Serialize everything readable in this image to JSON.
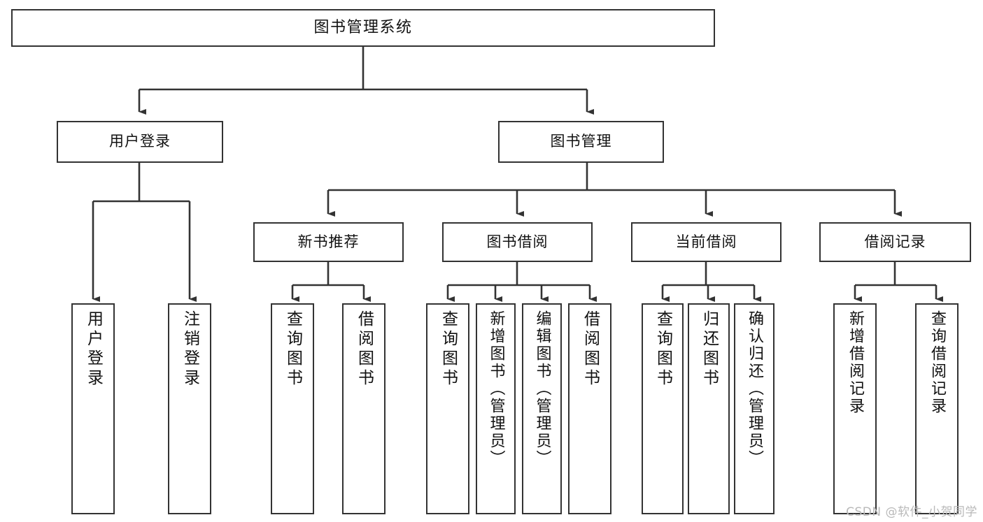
{
  "diagram": {
    "title": "图书管理系统",
    "type": "tree-hierarchy-chart",
    "watermark": "CSDN @软件_小贺同学",
    "colors": {
      "box_stroke": "#333333",
      "box_fill": "#ffffff",
      "connector": "#333333",
      "watermark": "#b9b9b9",
      "background": "#ffffff"
    },
    "root": {
      "label": "图书管理系统"
    },
    "level2": [
      {
        "id": "user-login",
        "label": "用户登录"
      },
      {
        "id": "book-manage",
        "label": "图书管理"
      }
    ],
    "level3": [
      {
        "id": "new-book-recommend",
        "label": "新书推荐"
      },
      {
        "id": "book-borrow",
        "label": "图书借阅"
      },
      {
        "id": "current-borrow",
        "label": "当前借阅"
      },
      {
        "id": "borrow-record",
        "label": "借阅记录"
      }
    ],
    "leaves": {
      "user-login": [
        {
          "id": "leaf-user-login",
          "label": "用户登录"
        },
        {
          "id": "leaf-logout-login",
          "label": "注销登录"
        }
      ],
      "new-book-recommend": [
        {
          "id": "leaf-query-book-1",
          "label": "查询图书"
        },
        {
          "id": "leaf-borrow-book-1",
          "label": "借阅图书"
        }
      ],
      "book-borrow": [
        {
          "id": "leaf-query-book-2",
          "label": "查询图书"
        },
        {
          "id": "leaf-add-book-admin",
          "label": "新增图书（管理员）"
        },
        {
          "id": "leaf-edit-book-admin",
          "label": "编辑图书（管理员）"
        },
        {
          "id": "leaf-borrow-book-2",
          "label": "借阅图书"
        }
      ],
      "current-borrow": [
        {
          "id": "leaf-query-book-3",
          "label": "查询图书"
        },
        {
          "id": "leaf-return-book",
          "label": "归还图书"
        },
        {
          "id": "leaf-confirm-return-admin",
          "label": "确认归还（管理员）"
        }
      ],
      "borrow-record": [
        {
          "id": "leaf-add-borrow-record",
          "label": "新增借阅记录"
        },
        {
          "id": "leaf-query-borrow-record",
          "label": "查询借阅记录"
        }
      ]
    }
  }
}
